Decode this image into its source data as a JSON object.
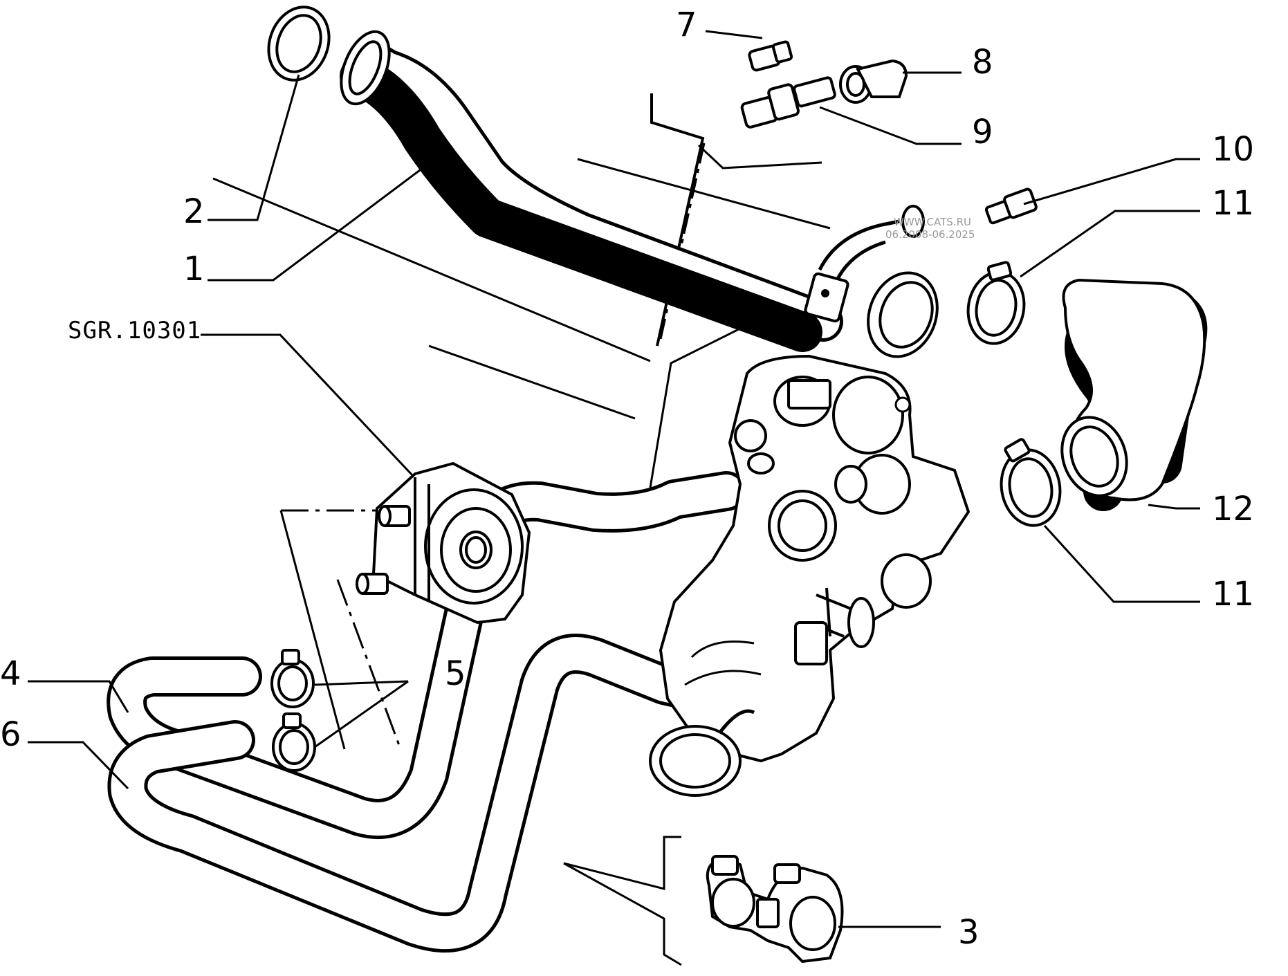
{
  "labels": {
    "l1": "1",
    "l2": "2",
    "l3": "3",
    "l4": "4",
    "l5": "5",
    "l6": "6",
    "l7": "7",
    "l8": "8",
    "l9": "9",
    "l10": "10",
    "l11a": "11",
    "l11b": "11",
    "l12": "12",
    "ref": "SGR.10301"
  },
  "watermark": {
    "line1": "WWW.CATS.RU",
    "line2": "06.2008-06.2025"
  }
}
